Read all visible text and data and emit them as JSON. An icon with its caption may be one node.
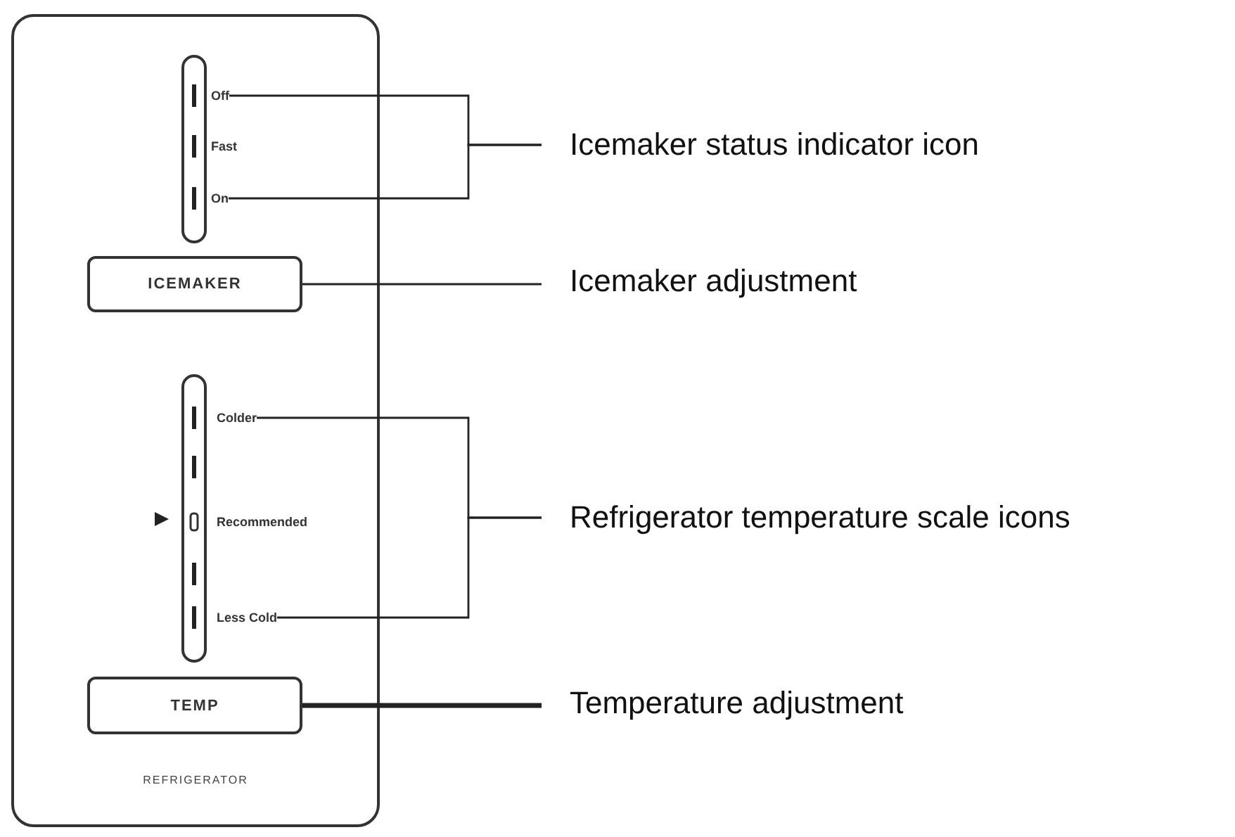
{
  "diagram": {
    "nodes": [
      {
        "text": [
          "REFRIGERATOR"
        ]
      },
      {
        "text": [
          "Off"
        ],
        "in": 0
      },
      {
        "text": [
          "Fast"
        ],
        "in": 0
      },
      {
        "text": [
          "On"
        ],
        "in": 0
      },
      {
        "text": [
          "ICEMAKER"
        ],
        "in": 0
      },
      {
        "text": [
          "Colder"
        ],
        "in": 0
      },
      {
        "text": [
          "Recommended"
        ],
        "in": 0
      },
      {
        "text": [
          "Less Cold"
        ],
        "in": 0
      },
      {
        "text": [
          "TEMP"
        ],
        "in": 0
      },
      {
        "text": [
          "Icemaker status indicator icon"
        ]
      },
      {
        "text": [
          "Icemaker adjustment"
        ]
      },
      {
        "text": [
          "Refrigerator temperature scale icons"
        ]
      },
      {
        "text": [
          "Temperature adjustment"
        ]
      }
    ],
    "edges": [
      {
        "from": 9,
        "to": 1,
        "arrow": "none"
      },
      {
        "from": 9,
        "to": 3,
        "arrow": "none"
      },
      {
        "from": 10,
        "to": 4,
        "arrow": "none"
      },
      {
        "from": 11,
        "to": 5,
        "arrow": "none"
      },
      {
        "from": 11,
        "to": 7,
        "arrow": "none"
      },
      {
        "from": 12,
        "to": 8,
        "arrow": "none",
        "style": "thick"
      }
    ]
  }
}
